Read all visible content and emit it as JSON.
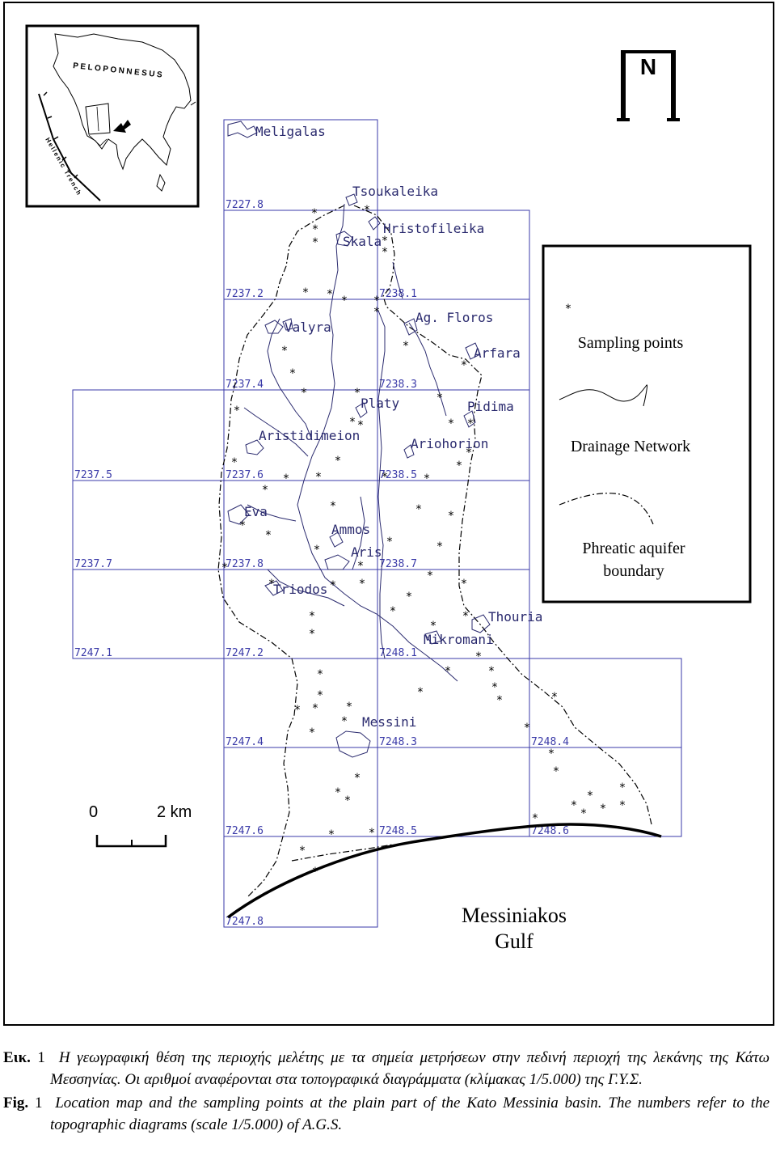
{
  "north_arrow": {
    "letter": "N"
  },
  "inset": {
    "region_label": "PELOPONNESUS",
    "trench_label": "Hellenic Trench"
  },
  "legend": {
    "sampling_label": "Sampling points",
    "sampling_symbol": "*",
    "drainage_label": "Drainage Network",
    "aquifer_label_line1": "Phreatic aquifer",
    "aquifer_label_line2": "boundary"
  },
  "scale_bar": {
    "start_label": "0",
    "end_label": "2 km"
  },
  "gulf": {
    "line1": "Messiniakos",
    "line2": "Gulf"
  },
  "towns": [
    "Meligalas",
    "Tsoukaleika",
    "Hristofileika",
    "Skala",
    "Valyra",
    "Ag. Floros",
    "Arfara",
    "Platy",
    "Pidima",
    "Aristidimeion",
    "Ariohorion",
    "Eva",
    "Ammos",
    "Aris",
    "Triodos",
    "Thouria",
    "Mikromani",
    "Messini"
  ],
  "sheets": [
    "7227.8",
    "7237.2",
    "7238.1",
    "7237.4",
    "7238.3",
    "7237.5",
    "7237.6",
    "7238.5",
    "7237.7",
    "7237.8",
    "7238.7",
    "7247.1",
    "7247.2",
    "7248.1",
    "7247.4",
    "7248.3",
    "7248.4",
    "7247.6",
    "7248.5",
    "7248.6",
    "7247.8"
  ],
  "caption": {
    "greek_label": "Εικ.",
    "greek_number": "1",
    "greek_text": "Η γεωγραφική θέση της περιοχής μελέτης με τα σημεία μετρήσεων στην πεδινή περιοχή της λεκάνης της Κάτω Μεσσηνίας. Οι αριθμοί αναφέρονται στα τοπογραφικά διαγράμματα (κλίμακας 1/5.000) της Γ.Υ.Σ.",
    "english_label": "Fig.",
    "english_number": "1",
    "english_text": "Location map and the sampling points at the plain part of the Kato Messinia basin. The numbers refer to the topographic diagrams (scale 1/5.000) of A.G.S."
  }
}
